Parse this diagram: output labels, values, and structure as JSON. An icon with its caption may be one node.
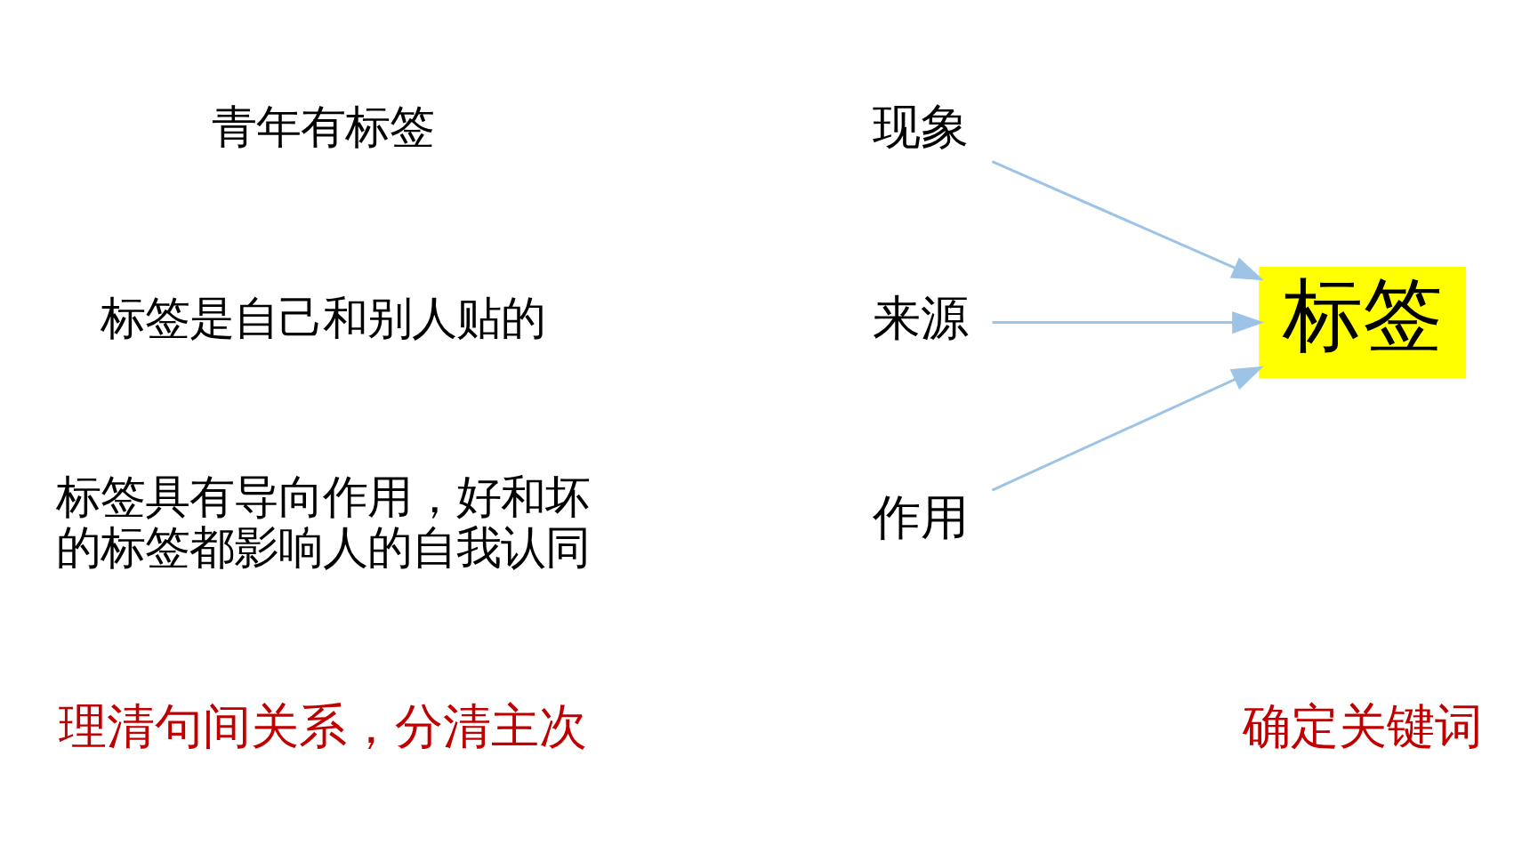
{
  "diagram": {
    "nodes": [
      {
        "text": [
          "现象"
        ]
      },
      {
        "text": [
          "来源"
        ]
      },
      {
        "text": [
          "作用"
        ]
      },
      {
        "text": [
          "标签"
        ]
      }
    ],
    "edges": [
      {
        "from": 0,
        "to": 3,
        "arrow": "to"
      },
      {
        "from": 1,
        "to": 3,
        "arrow": "to"
      },
      {
        "from": 2,
        "to": 3,
        "arrow": "to"
      }
    ],
    "labels": [
      "理清句间关系，分清主次",
      "确定关键词",
      "青年有标签",
      "标签是自己和别人贴的",
      "标签具有导向作用，好和坏的标签都影响人的自我认同"
    ]
  }
}
